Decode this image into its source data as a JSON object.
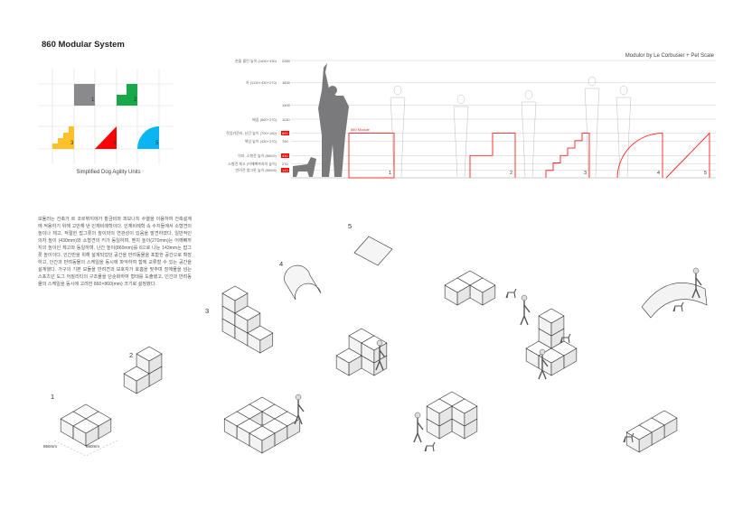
{
  "title": "860 Modular System",
  "units_caption": "Simplified Dog Agility Units",
  "units": [
    {
      "num": "1",
      "shape": "square",
      "color": "#8a8a8c"
    },
    {
      "num": "2",
      "shape": "step",
      "color": "#17a84a"
    },
    {
      "num": "3",
      "shape": "stairs",
      "color": "#ffc02a"
    },
    {
      "num": "4",
      "shape": "triangle",
      "color": "#ff0000"
    },
    {
      "num": "5",
      "shape": "quarter-circle",
      "color": "#0bb5f2"
    }
  ],
  "scale": {
    "title": "Modulor by Le Corbusier + Pet Scale",
    "module_label": "860 Module",
    "levels": [
      {
        "label": "손을 올린 높이 (1830+430)",
        "value": "2260",
        "highlight": false
      },
      {
        "label": "키 (1130+430+270)",
        "value": "1830",
        "highlight": false
      },
      {
        "label": "",
        "value": "1400",
        "highlight": false
      },
      {
        "label": "배꼽 (860+270)",
        "value": "1130",
        "highlight": false
      },
      {
        "label": "작업카운터, 난간 높이 (700+160)",
        "value": "860",
        "highlight": true
      },
      {
        "label": "책상 높이 (430+270)",
        "value": "700",
        "highlight": false
      },
      {
        "label": "의자, 소형견 높이 (860/2)",
        "value": "430",
        "highlight": true
      },
      {
        "label": "소형견 체고 (어깨뼈까지의 높이)",
        "value": "270",
        "highlight": false
      },
      {
        "label": "반려견 밥그릇 높이 (860/6)",
        "value": "143",
        "highlight": true
      }
    ],
    "module_numbers": [
      "1",
      "2",
      "3",
      "4",
      "5"
    ],
    "accent": "#ff2020"
  },
  "description": "모듈러는 건축가 르 코르뷔지에가 황금비와 피보나치 수열을 이용하여 건축설계에 적용하기 위해 고안해 낸 인체비례학이다. 인체비례학 속 수치들에서 소형견의 높이나 체고, 적절한 밥그릇의 높이와의 연관성이 있음을 발견하였다. 일반적인 의자 높이 (430mm)와 소형견의 키가 동일하며, 벤치 높이(270mm)는 어깨뼈까지의 높이인 체고와 동일하며, 난간 높이(860mm)를 6으로 나눈 143mm는 밥그릇 높이이다. 인간만을 위해 설계되었던 공간을 반려동물을 포함한 공간으로 확장하고, 인간과 반려동물의 스케일을 동시에 파악하여 함께 교류할 수 있는 공간을 설계했다. 가구의 기본 모듈을 반려견과 보호자가 호흡을 맞추며 장애물을 넘는 스포츠인 도그 어질리티의 구조물을 단순화하여 형태를 도출했고, 인간과 반려동물의 스케일을 동시에 고려한 860×860(mm) 크기로 설정했다.",
  "diagram_labels": [
    "1",
    "2",
    "3",
    "4",
    "5"
  ],
  "dimensions": [
    "860mm",
    "860mm"
  ]
}
